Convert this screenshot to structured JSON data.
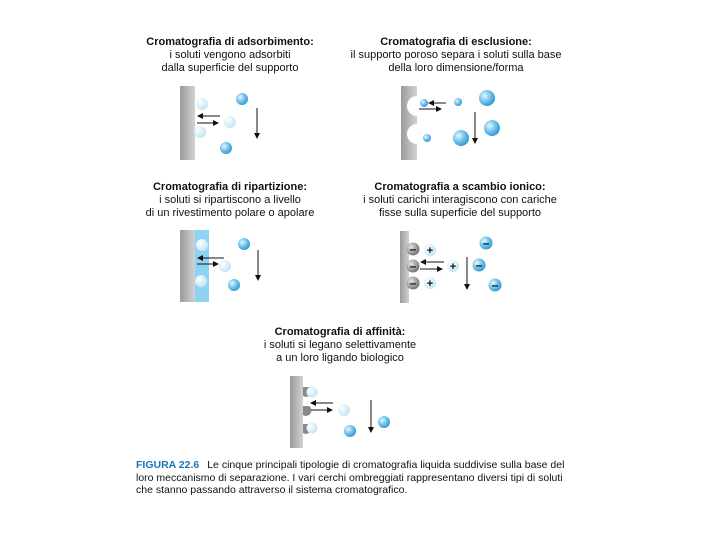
{
  "panels": {
    "adsorbimento": {
      "title": "Cromatografia di adsorbimento:",
      "desc": [
        "i soluti vengono adsorbiti",
        "dalla superficie del supporto"
      ]
    },
    "esclusione": {
      "title": "Cromatografia di esclusione:",
      "desc": [
        "il supporto poroso separa i soluti sulla base",
        "della loro dimensione/forma"
      ]
    },
    "ripartizione": {
      "title": "Cromatografia di ripartizione:",
      "desc": [
        "i soluti si ripartiscono a livello",
        "di un rivestimento polare o apolare"
      ]
    },
    "scambio_ionico": {
      "title": "Cromatografia a scambio ionico:",
      "desc": [
        "i soluti carichi interagiscono con cariche",
        "fisse sulla superficie del supporto"
      ],
      "charges": {
        "minus": "–",
        "plus": "+"
      }
    },
    "affinita": {
      "title": "Cromatografia di affinità:",
      "desc": [
        "i soluti si legano selettivamente",
        "a un loro ligando biologico"
      ]
    }
  },
  "caption": {
    "label": "FIGURA 22.6",
    "text": "Le cinque principali tipologie di cromatografia liquida suddivise sulla base del loro meccanismo di separazione. I vari cerchi ombreggiati rappresentano diversi tipi di soluti che stanno passando attraverso il sistema cromatografico."
  },
  "colors": {
    "support": "#c8c8c8",
    "support_edge": "#8a8a8a",
    "solute": "#5bb8e6",
    "solute_light": "#dff2fb",
    "coating": "#8fd3f3",
    "ion_sphere": "#9a9a9a",
    "arrow": "#111111"
  }
}
